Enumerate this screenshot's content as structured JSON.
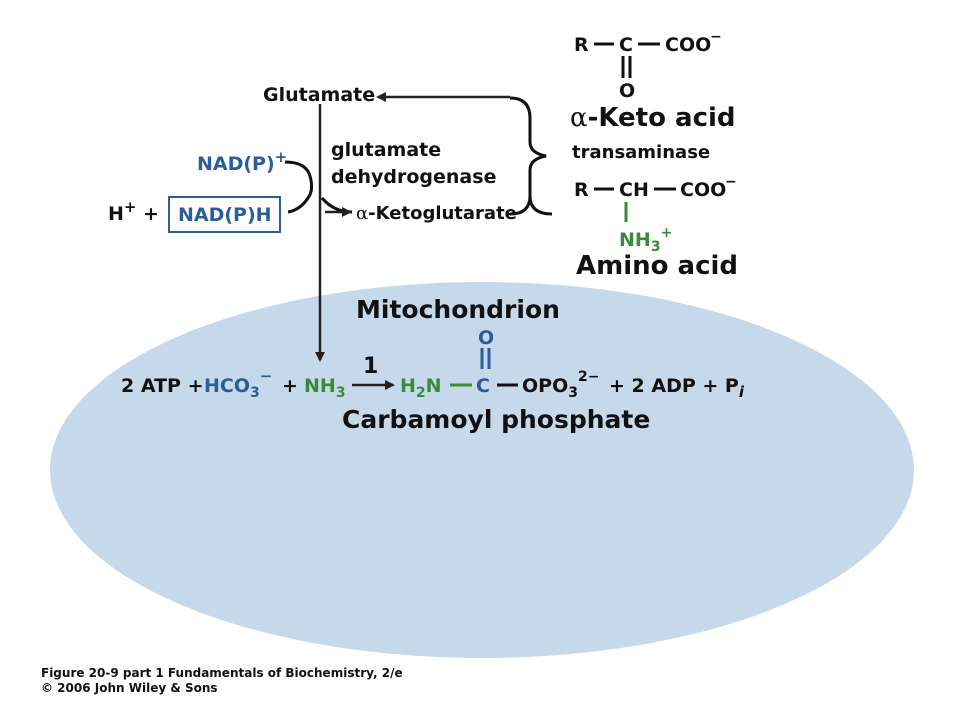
{
  "colors": {
    "mitochondrion_fill": "#c6d9ea",
    "black": "#111111",
    "blue": "#2a5d9a",
    "green": "#3a8a3a"
  },
  "cytosol": {
    "glutamate": "Glutamate",
    "enzyme_line1": "glutamate",
    "enzyme_line2": "dehydrogenase",
    "nadp_ox": "NAD(P)",
    "nadp_ox_charge": "+",
    "h_plus": "H",
    "h_plus_charge": "+",
    "plus": "+",
    "nadph": "NAD(P)H",
    "alpha": "α",
    "ketoglutarate": "-Ketoglutarate",
    "transaminase": "transaminase",
    "keto_acid_alpha": "α",
    "keto_acid": "-Keto acid",
    "keto_R": "R",
    "keto_C": "C",
    "keto_COO": "COO",
    "keto_COO_charge": "−",
    "keto_O": "O",
    "amino_R": "R",
    "amino_CH": "CH",
    "amino_COO": "COO",
    "amino_COO_charge": "−",
    "amino_NH": "NH",
    "amino_NH_sub": "3",
    "amino_NH_charge": "+",
    "amino_acid": "Amino acid"
  },
  "mitochondrion": {
    "title": "Mitochondrion",
    "atp": "2 ATP +",
    "hco3": "HCO",
    "hco3_sub": "3",
    "hco3_charge": "−",
    "plus2": "+",
    "nh3": "NH",
    "nh3_sub": "3",
    "step": "1",
    "h2n": "H",
    "h2n_sub": "2",
    "h2n_n": "N",
    "carbonyl_C": "C",
    "carbonyl_O": "O",
    "opo3": "OPO",
    "opo3_sub": "3",
    "opo3_charge": "2−",
    "products": "+ 2 ADP + P",
    "pi_sub": "i",
    "product_name": "Carbamoyl phosphate"
  },
  "caption": {
    "line1": "Figure 20-9 part 1  Fundamentals of Biochemistry, 2/e",
    "line2": "© 2006 John Wiley & Sons"
  }
}
